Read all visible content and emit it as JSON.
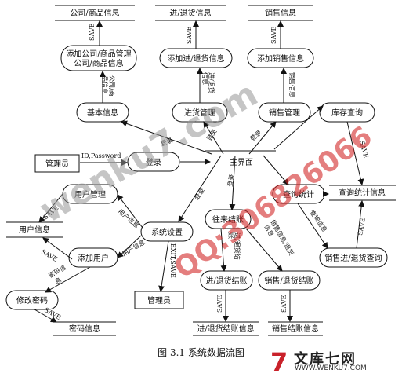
{
  "data_stores": {
    "company_goods": "公司/商品信息",
    "in_return": "进/退货信息",
    "sales": "销售信息",
    "user_info": "用户信息",
    "query_stats": "查询统计信息",
    "password": "密码信息",
    "in_return_settle": "进/退货结账信息",
    "sales_settle": "销售结账信息"
  },
  "processes": {
    "add_company": "添加公司/商品管理\n公司/商品信息",
    "add_in_return": "添加进/退货信息",
    "add_sales": "添加销售信息",
    "basic_info": "基本信息",
    "in_return_mgmt": "进货管理",
    "sales_mgmt": "销售管理",
    "login": "登录",
    "main": "主界面",
    "query": "查询统计",
    "inventory_query": "库存查询",
    "user_mgmt": "用户管理",
    "system_settings": "系统设置",
    "settle": "往来结账",
    "add_user": "添加用户",
    "change_password": "修改密码",
    "in_return_settle_proc": "进/退货结账",
    "sales_settle_proc": "销售/退货结账",
    "sales_in_return_query": "销售进/退货查询"
  },
  "entities": {
    "admin_top": "管理员",
    "admin_bottom": "管理员"
  },
  "flow_labels": {
    "save1": "SAVE",
    "save2": "SAVE",
    "save3": "SAVE",
    "save4": "SAVE",
    "save5": "SAVE",
    "save6": "SAVE",
    "save7": "SAVE",
    "save8": "SAVE",
    "save9": "SAVE",
    "company_goods_info": "公司/商\n品信息",
    "in_return_info": "进/退货\n信息",
    "sales_info": "销售信息",
    "id_password": "ID,Password",
    "login1": "登录",
    "login2": "登录",
    "login3": "登录",
    "login4": "登录",
    "login5": "登录",
    "user_info_flow": "用户信息",
    "user_info_flow2": "用户信息",
    "exit_save": "EXIT,SAVE",
    "password_info": "密码信\n息",
    "settle_info": "进/退货结\n账",
    "sales_settle_info": "销售信息/退货\n信息",
    "query_info": "查询信息"
  },
  "caption": "图 3.1  系统数据流图",
  "watermark": {
    "text1": "wenku7.com",
    "text2": "QQ:306826066"
  },
  "logo": {
    "mark": "7",
    "name": "文库七网",
    "site": "WWW.WENKU7.COM"
  }
}
